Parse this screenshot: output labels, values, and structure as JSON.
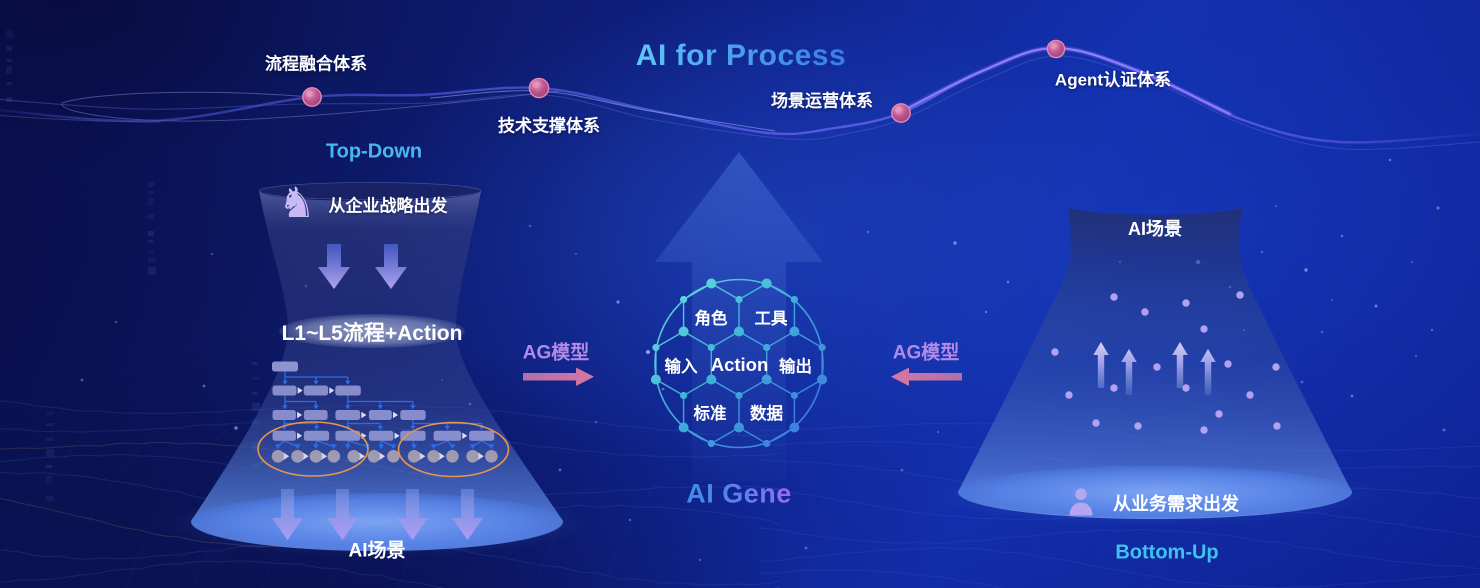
{
  "title": "AI for Process",
  "wave": {
    "milestones": [
      {
        "label": "流程融合体系"
      },
      {
        "label": "技术支撑体系"
      },
      {
        "label": "场景运营体系"
      },
      {
        "label": "Agent认证体系"
      }
    ]
  },
  "left_funnel": {
    "heading": "Top-Down",
    "source_label": "从企业战略出发",
    "process_label": "L1~L5流程+Action",
    "bottom_label": "AI场景"
  },
  "center": {
    "model_label_left": "AG模型",
    "model_label_right": "AG模型",
    "caption": "AI Gene",
    "gene": {
      "top_left": "角色",
      "top_right": "工具",
      "left": "输入",
      "middle": "Action",
      "right": "输出",
      "bottom_left": "标准",
      "bottom_right": "数据"
    }
  },
  "right_funnel": {
    "top_label": "AI场景",
    "source_label": "从业务需求出发",
    "heading": "Bottom-Up"
  },
  "colors": {
    "title_blue": "#4aa8f0",
    "heading_cyan": "#45b9ee",
    "model_purple": "#b289e8",
    "ribbon_pink": "#d974a4",
    "ellipse_orange": "#e89a4d",
    "gene_gradient_start": "#3f8ee8",
    "gene_gradient_end": "#9b6cf0"
  },
  "icons": {
    "knight": "chess-knight",
    "person": "user-silhouette",
    "milestone_dot": "pink-node",
    "left_flow": "down-arrows",
    "right_flow": "up-arrows",
    "center": "large-up-arrow",
    "gene": "hexagon-molecule"
  }
}
